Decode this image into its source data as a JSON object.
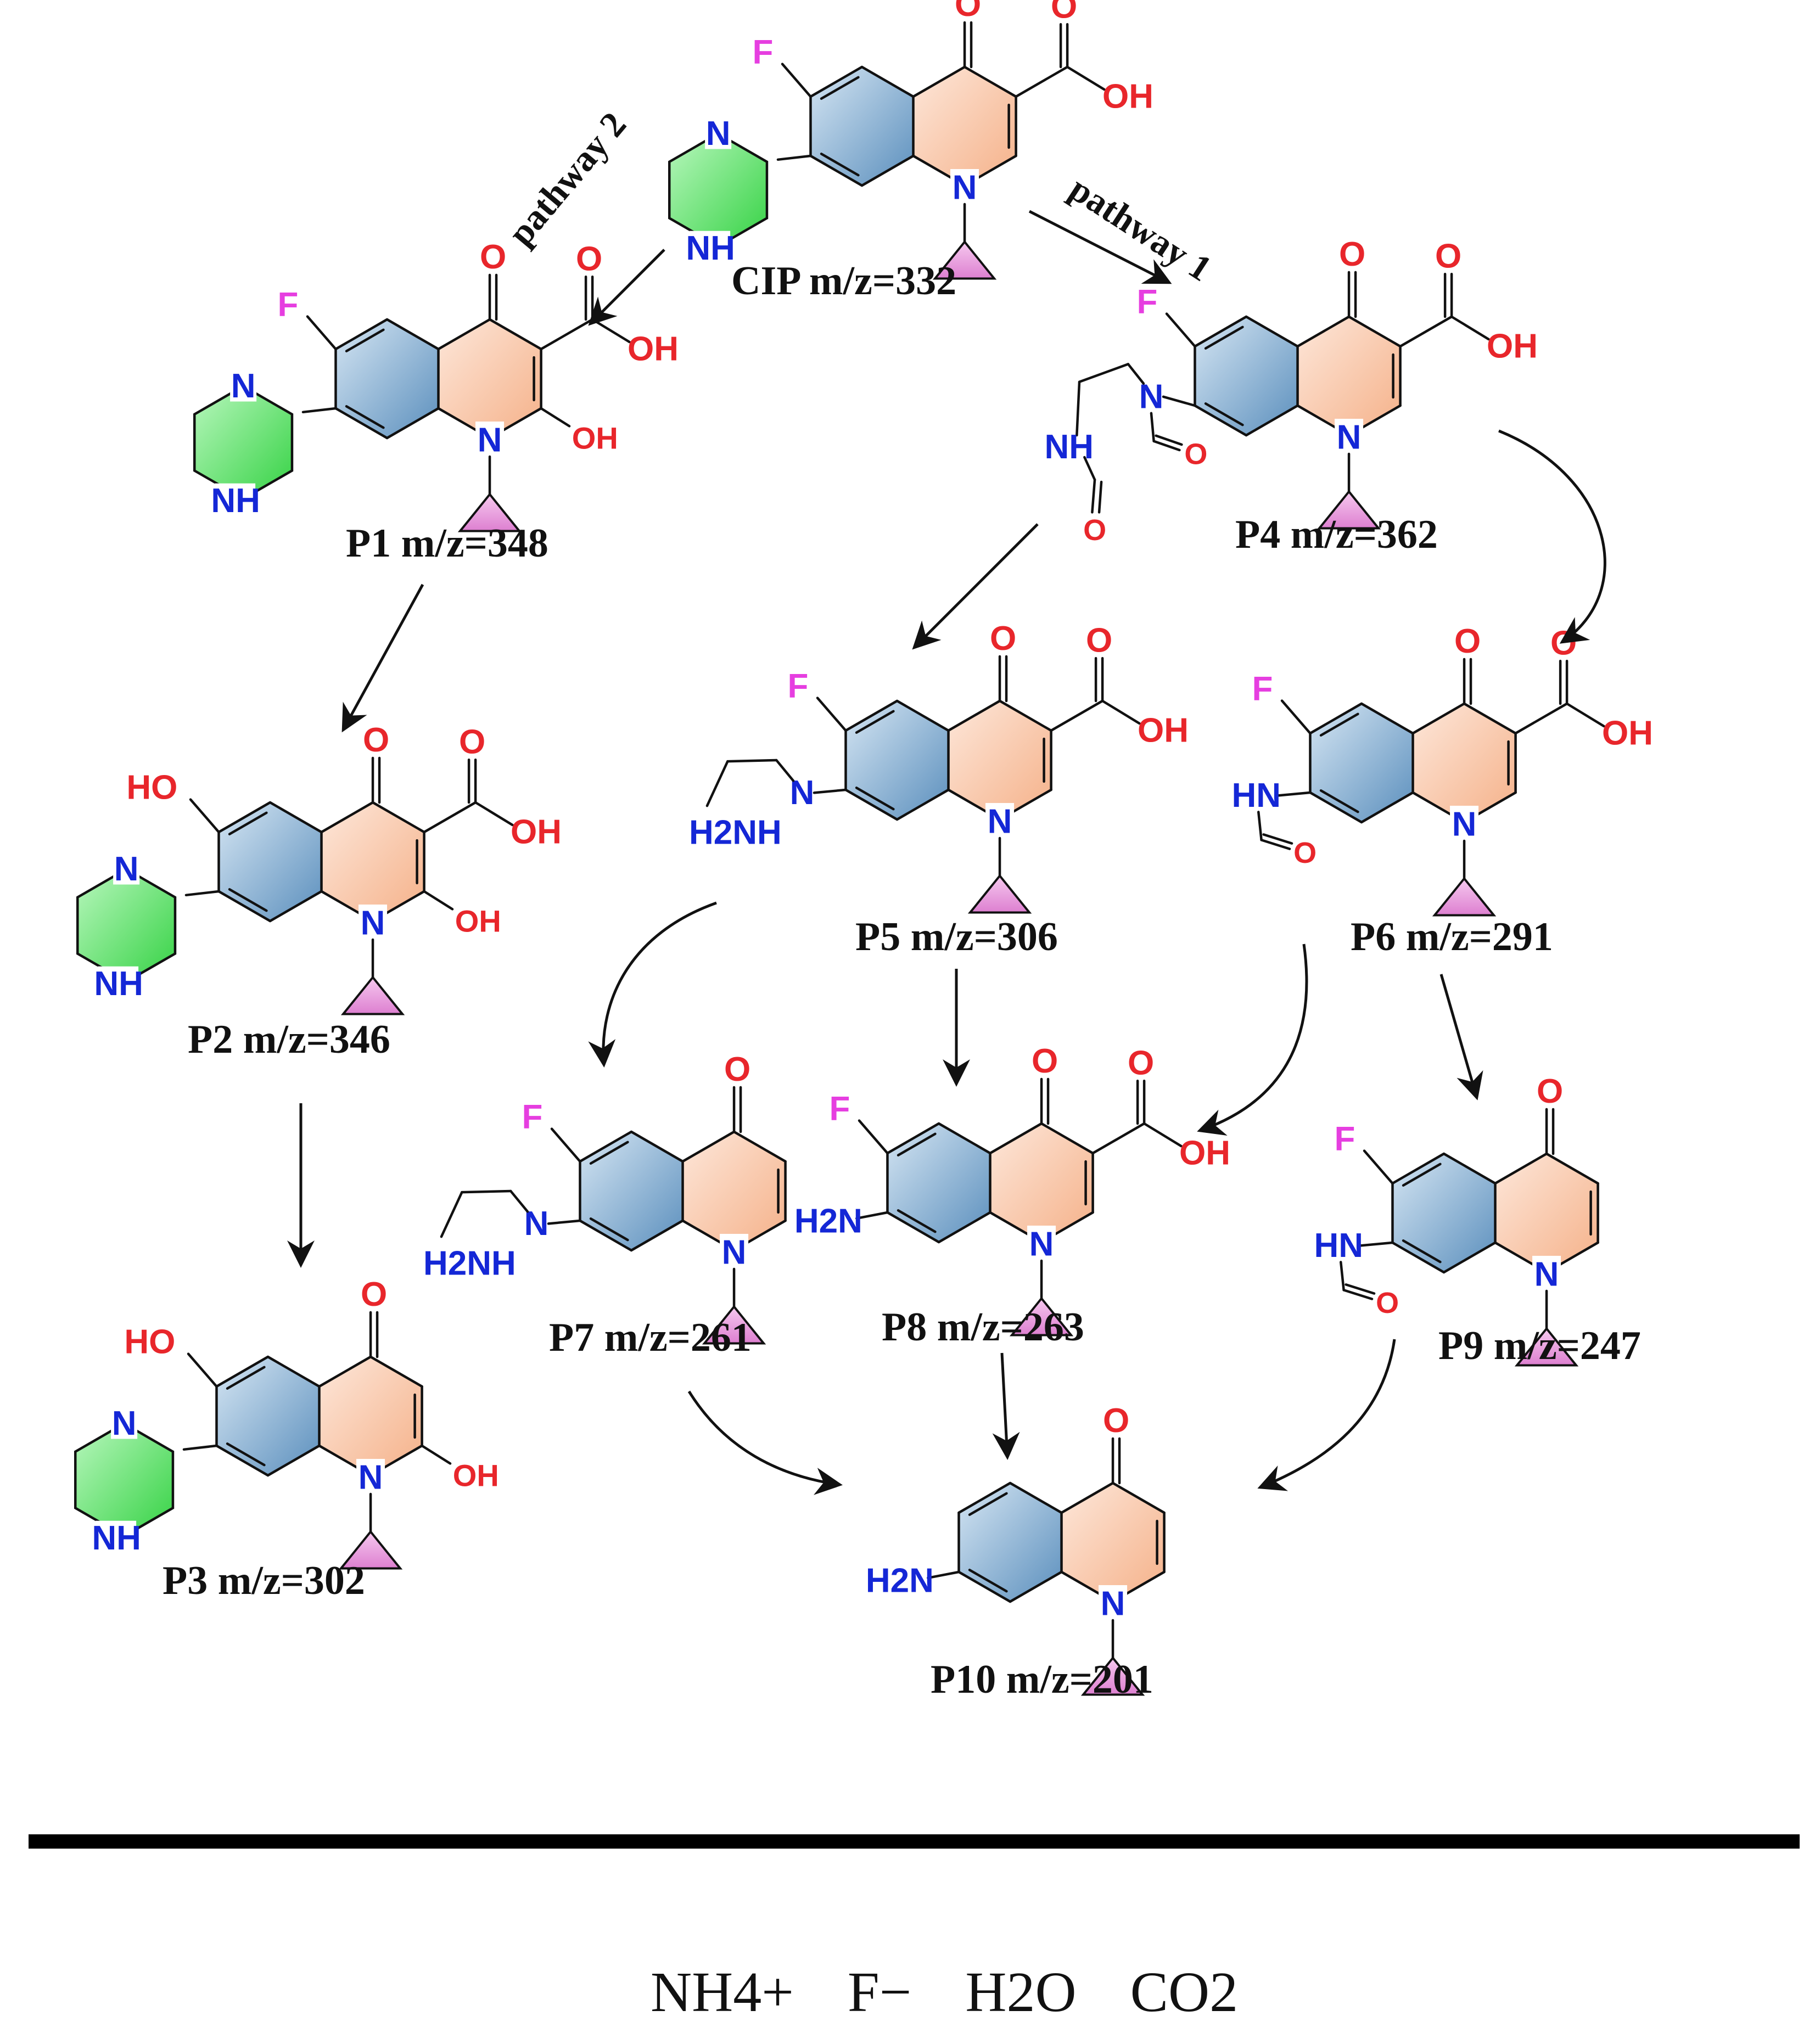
{
  "labels": {
    "pathway_1": "pathway 1",
    "pathway_2": "pathway 2"
  },
  "compounds": [
    {
      "id": "CIP",
      "caption": "CIP  m/z=332",
      "substituent": "piperazine",
      "c6": "F",
      "c2": "",
      "acid": true
    },
    {
      "id": "P1",
      "caption": "P1 m/z=348",
      "substituent": "piperazine",
      "c6": "F",
      "c2": "OH",
      "acid": true
    },
    {
      "id": "P2",
      "caption": "P2 m/z=346",
      "substituent": "piperazine",
      "c6": "HO",
      "c2": "OH",
      "acid": true
    },
    {
      "id": "P3",
      "caption": "P3 m/z=302",
      "substituent": "piperazine",
      "c6": "HO",
      "c2": "OH",
      "acid": false
    },
    {
      "id": "P4",
      "caption": "P4 m/z=362",
      "substituent": "diformyl",
      "c6": "F",
      "c2": "",
      "acid": true
    },
    {
      "id": "P5",
      "caption": "P5 m/z=306",
      "substituent": "aminoethyl",
      "c6": "F",
      "c2": "",
      "acid": true
    },
    {
      "id": "P6",
      "caption": "P6 m/z=291",
      "substituent": "formamide",
      "c6": "F",
      "c2": "",
      "acid": true
    },
    {
      "id": "P7",
      "caption": "P7 m/z=261",
      "substituent": "aminoethyl",
      "c6": "F",
      "c2": "",
      "acid": false
    },
    {
      "id": "P8",
      "caption": "P8 m/z=263",
      "substituent": "amine",
      "c6": "F",
      "c2": "",
      "acid": true
    },
    {
      "id": "P9",
      "caption": "P9 m/z=247",
      "substituent": "formamide",
      "c6": "F",
      "c2": "",
      "acid": false
    },
    {
      "id": "P10",
      "caption": "P10 m/z=201",
      "substituent": "amine",
      "c6": "",
      "c2": "",
      "acid": false
    }
  ],
  "byproducts": [
    "NH4+",
    "F−",
    "H2O",
    "CO2"
  ],
  "atoms": {
    "O": "O",
    "N": "N",
    "OH": "OH",
    "NH": "NH",
    "HN": "HN",
    "H2N": "H2N",
    "H2NH": "H2NH"
  },
  "colors": {
    "oxygen": "#e8262b",
    "nitrogen": "#1427d6",
    "fluorine": "#e63ee0",
    "benzene_ring": "#5b8fbd",
    "pyridone_ring": "#f5b189",
    "piperazine_ring": "#3fdc4c",
    "cyclopropyl": "#e083d4"
  }
}
